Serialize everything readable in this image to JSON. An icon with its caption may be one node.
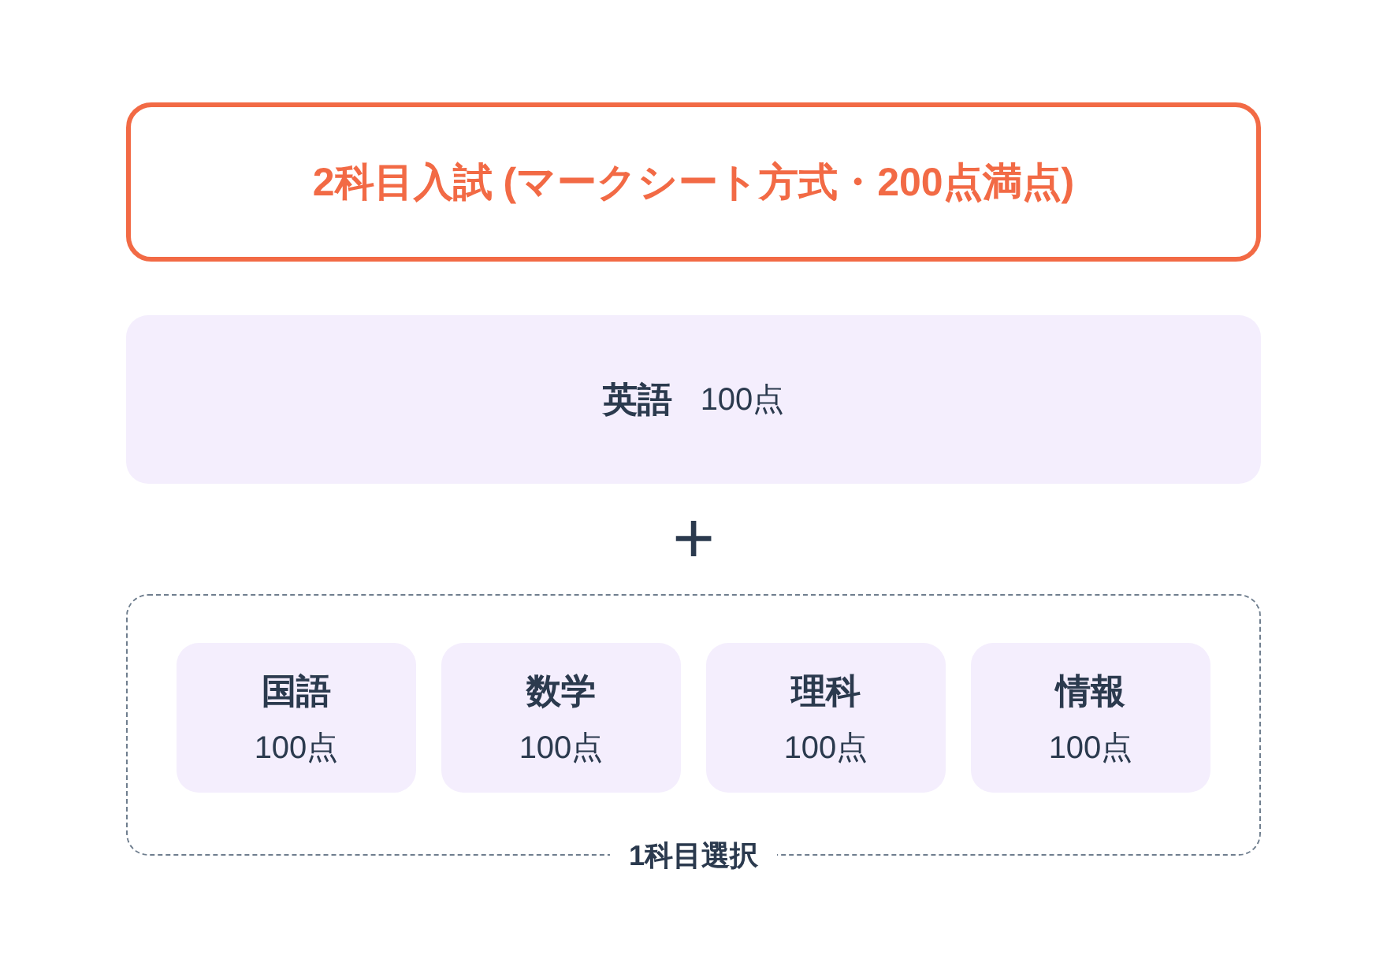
{
  "diagram": {
    "nodes": [
      {
        "text": [
          "2科目入試 (マークシート方式・200点満点)"
        ]
      },
      {
        "text": [
          "英語",
          "100点"
        ]
      },
      {
        "text": [
          "1科目選択"
        ]
      },
      {
        "text": [
          "国語",
          "100点"
        ],
        "in": 2
      },
      {
        "text": [
          "数学",
          "100点"
        ],
        "in": 2
      },
      {
        "text": [
          "理科",
          "100点"
        ],
        "in": 2
      },
      {
        "text": [
          "情報",
          "100点"
        ],
        "in": 2
      }
    ],
    "labels": [
      "+"
    ]
  }
}
